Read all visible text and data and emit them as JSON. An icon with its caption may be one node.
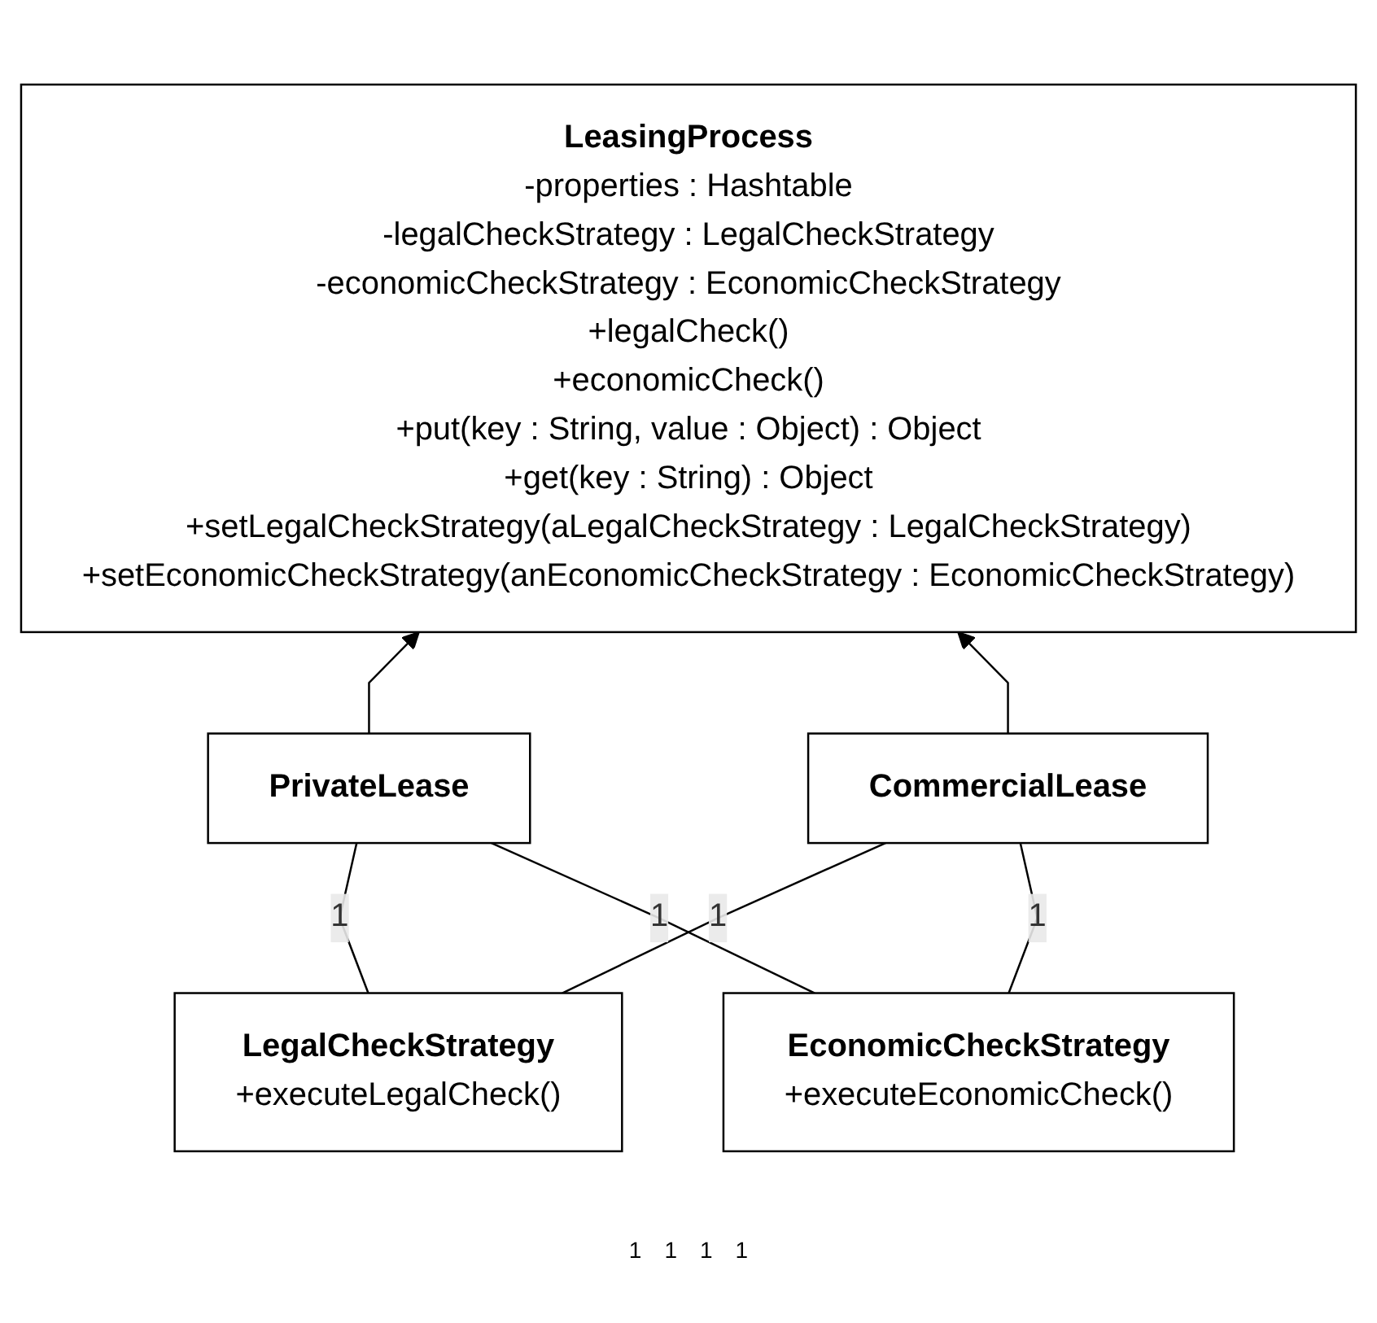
{
  "diagram": {
    "nodes": [
      {
        "text": [
          "LeasingProcess",
          "-properties : Hashtable",
          "-legalCheckStrategy : LegalCheckStrategy",
          "-economicCheckStrategy : EconomicCheckStrategy",
          "+legalCheck()",
          "+economicCheck()",
          "+put(key : String, value : Object) : Object",
          "+get(key : String) : Object",
          "+setLegalCheckStrategy(aLegalCheckStrategy : LegalCheckStrategy)",
          "+setEconomicCheckStrategy(anEconomicCheckStrategy : EconomicCheckStrategy)"
        ]
      },
      {
        "text": [
          "PrivateLease"
        ]
      },
      {
        "text": [
          "CommercialLease"
        ]
      },
      {
        "text": [
          "LegalCheckStrategy",
          "+executeLegalCheck()"
        ]
      },
      {
        "text": [
          "EconomicCheckStrategy",
          "+executeEconomicCheck()"
        ]
      }
    ],
    "edges": [
      {
        "from": 1,
        "to": 0,
        "arrow": "to"
      },
      {
        "from": 2,
        "to": 0,
        "arrow": "to"
      },
      {
        "from": 1,
        "to": 3,
        "arrow": "none",
        "label": "1"
      },
      {
        "from": 1,
        "to": 4,
        "arrow": "none",
        "label": "1"
      },
      {
        "from": 2,
        "to": 3,
        "arrow": "none",
        "label": "1"
      },
      {
        "from": 2,
        "to": 4,
        "arrow": "none",
        "label": "1"
      }
    ],
    "labels": [
      "1",
      "1",
      "1",
      "1"
    ]
  }
}
